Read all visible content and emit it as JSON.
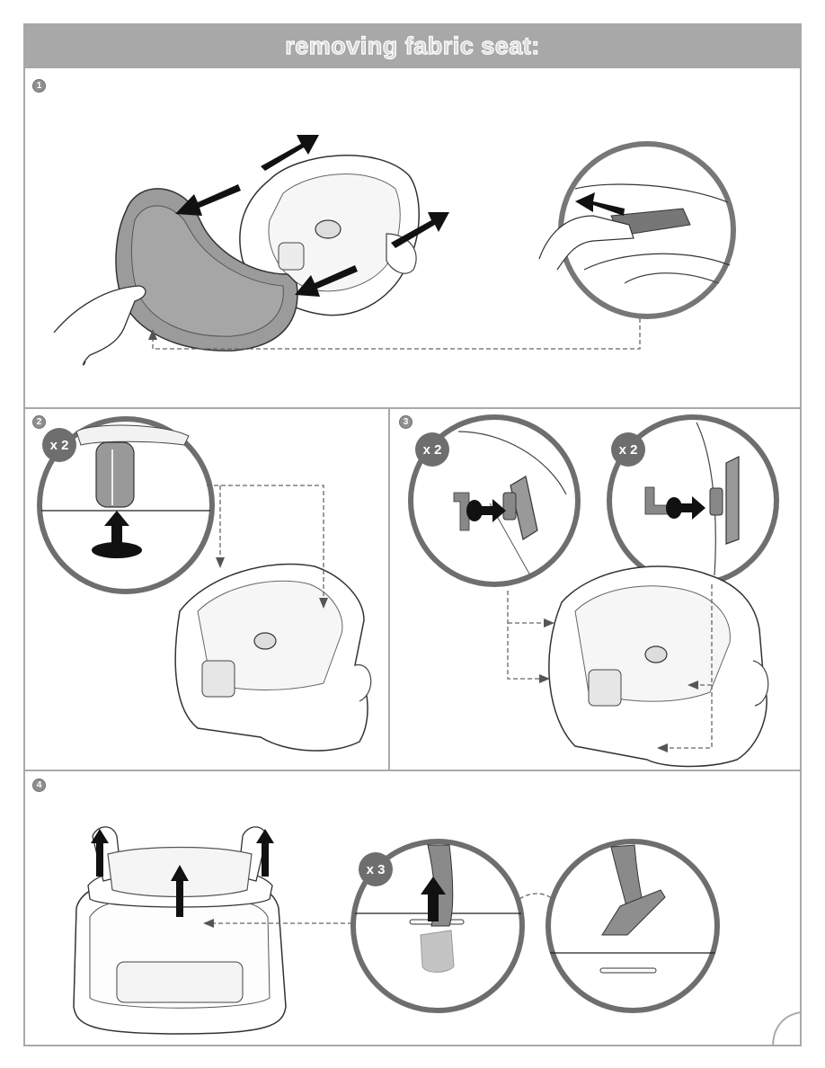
{
  "header": {
    "title": "removing fabric seat:"
  },
  "steps": [
    {
      "number": "1"
    },
    {
      "number": "2",
      "multiplier": "x 2"
    },
    {
      "number": "3",
      "multipliers": [
        "x 2",
        "x 2"
      ]
    },
    {
      "number": "4",
      "multiplier": "x 3"
    }
  ],
  "colors": {
    "banner": "#a8a8a8",
    "frame": "#a9a9a9",
    "badge": "#8f8f8f",
    "dark_gray": "#6e6e6e",
    "arrow": "#111111"
  }
}
